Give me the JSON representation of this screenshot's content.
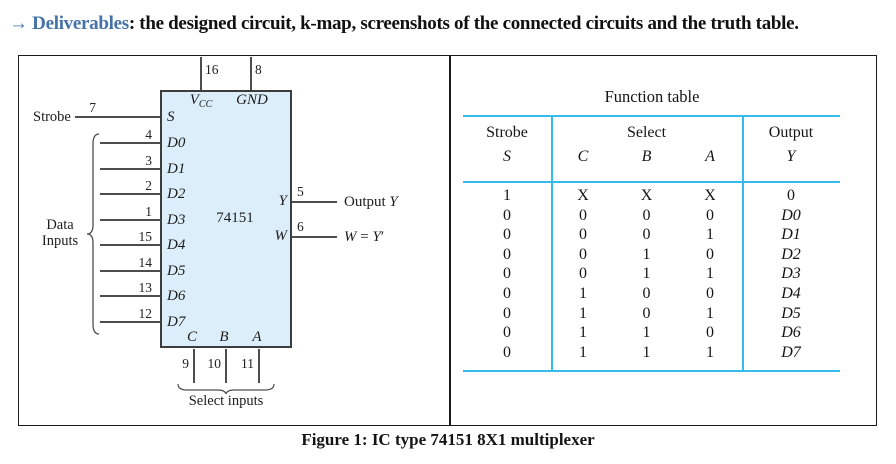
{
  "header": {
    "arrow": "→ ",
    "title": "Deliverables",
    "rest": ": the designed circuit, k-map, screenshots of the connected circuits and the truth table."
  },
  "caption": "Figure 1:  IC type 74151  8X1 multiplexer",
  "colors": {
    "accent_blue": "#4573a8",
    "table_rule_cyan": "#35bcec",
    "ic_fill": "#ddeefb"
  },
  "circuit": {
    "ic_label": "74151",
    "vcc": {
      "pin": "16",
      "label_main": "V",
      "label_sub": "CC"
    },
    "gnd": {
      "pin": "8",
      "label": "GND"
    },
    "strobe": {
      "external_label": "Strobe",
      "pin": "7",
      "label": "S"
    },
    "data_inputs_label_line1": "Data",
    "data_inputs_label_line2": "Inputs",
    "data_pins": [
      {
        "pin": "4",
        "label": "D0"
      },
      {
        "pin": "3",
        "label": "D1"
      },
      {
        "pin": "2",
        "label": "D2"
      },
      {
        "pin": "1",
        "label": "D3"
      },
      {
        "pin": "15",
        "label": "D4"
      },
      {
        "pin": "14",
        "label": "D5"
      },
      {
        "pin": "13",
        "label": "D6"
      },
      {
        "pin": "12",
        "label": "D7"
      }
    ],
    "output_y": {
      "pin": "5",
      "label": "Y",
      "ext_normal": "Output ",
      "ext_italic": "Y"
    },
    "output_w": {
      "pin": "6",
      "label": "W",
      "ext_italic1": "W",
      "ext_eq": " = ",
      "ext_italic2": "Y",
      "ext_prime": "′"
    },
    "select_pins": [
      {
        "pin": "9",
        "label": "C"
      },
      {
        "pin": "10",
        "label": "B"
      },
      {
        "pin": "11",
        "label": "A"
      }
    ],
    "select_caption": "Select inputs"
  },
  "function_table": {
    "title": "Function table",
    "col_groups": [
      "Strobe",
      "Select",
      "Output"
    ],
    "col_letters": [
      "S",
      "C",
      "B",
      "A",
      "Y"
    ],
    "rows": [
      [
        "1",
        "X",
        "X",
        "X",
        "0"
      ],
      [
        "0",
        "0",
        "0",
        "0",
        "D0"
      ],
      [
        "0",
        "0",
        "0",
        "1",
        "D1"
      ],
      [
        "0",
        "0",
        "1",
        "0",
        "D2"
      ],
      [
        "0",
        "0",
        "1",
        "1",
        "D3"
      ],
      [
        "0",
        "1",
        "0",
        "0",
        "D4"
      ],
      [
        "0",
        "1",
        "0",
        "1",
        "D5"
      ],
      [
        "0",
        "1",
        "1",
        "0",
        "D6"
      ],
      [
        "0",
        "1",
        "1",
        "1",
        "D7"
      ]
    ]
  }
}
